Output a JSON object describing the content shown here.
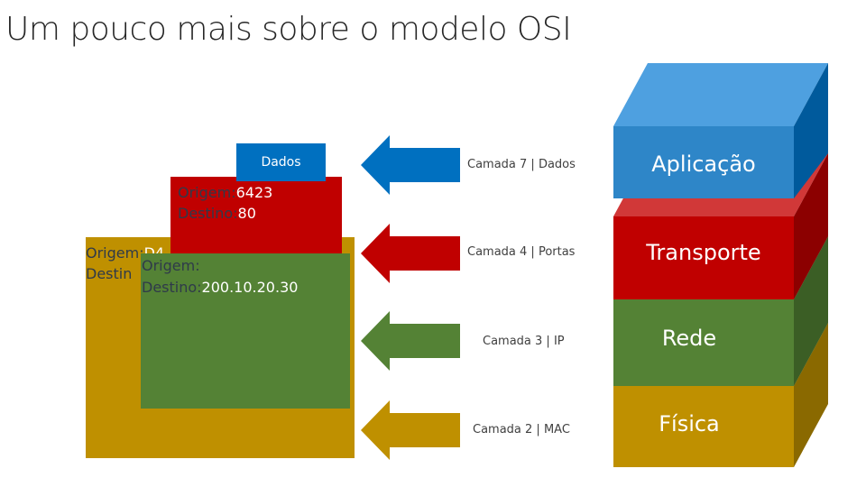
{
  "title": "Um pouco mais sobre o modelo OSI",
  "packet": {
    "data_label": "Dados",
    "tcp": {
      "origin_key": "Origem:",
      "origin_val": "6423",
      "dest_key": "Destino:",
      "dest_val": "80"
    },
    "ip": {
      "origin_key": "Origem:",
      "origin_val": "",
      "dest_key": "Destino:",
      "dest_val": "200.10.20.30"
    },
    "mac": {
      "origin_key": "Origem:",
      "origin_val": "D4",
      "dest_key": "Destin",
      "dest_val": ""
    }
  },
  "layers": [
    {
      "caption": "Camada 7 | Dados",
      "name": "Aplicação",
      "color": "#0070c0"
    },
    {
      "caption": "Camada 4 | Portas",
      "name": "Transporte",
      "color": "#c00000"
    },
    {
      "caption": "Camada 3 | IP",
      "name": "Rede",
      "color": "#548235"
    },
    {
      "caption": "Camada 2 | MAC",
      "name": "Física",
      "color": "#bf9000"
    }
  ]
}
